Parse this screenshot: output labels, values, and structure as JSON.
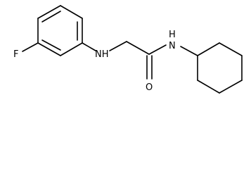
{
  "molecule": {
    "atom_labels": {
      "fluorine": "F",
      "amine_nh": "NH",
      "amide_n": "N",
      "amide_h": "H",
      "carbonyl_o": "O"
    },
    "colors": {
      "bond": "#000000",
      "label": "#000000",
      "background": "#ffffff"
    }
  }
}
